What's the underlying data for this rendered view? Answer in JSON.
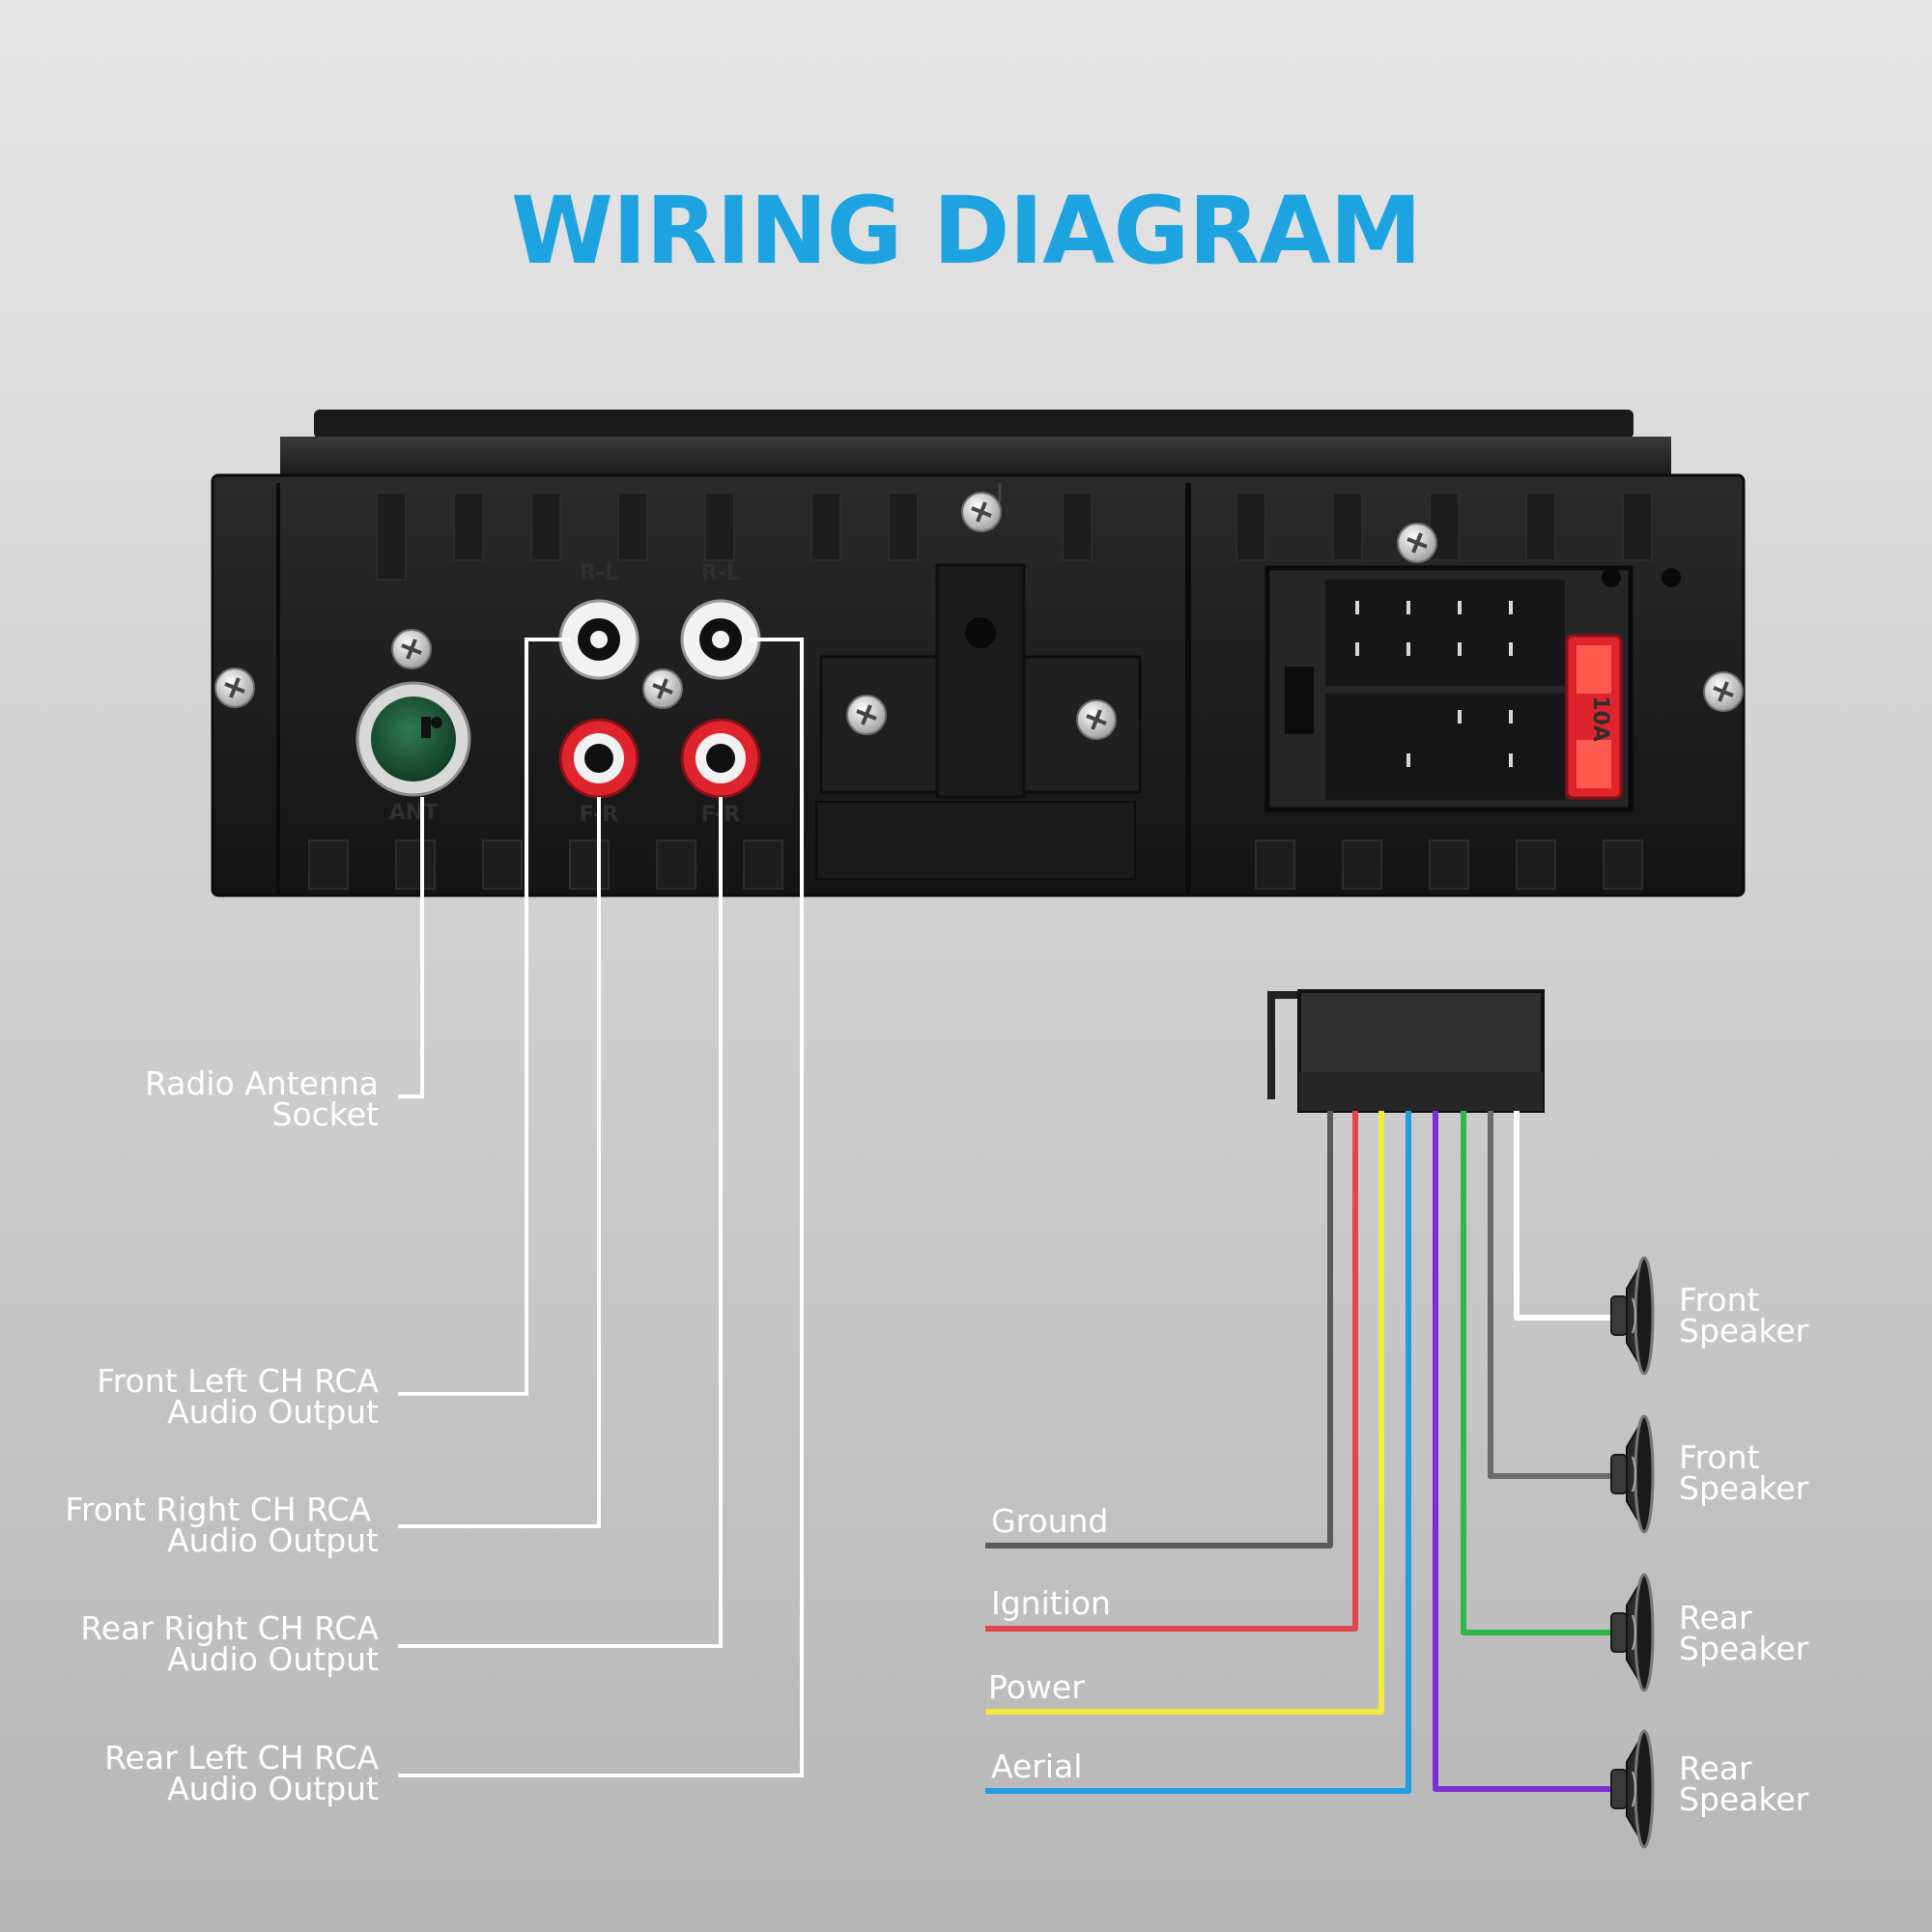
{
  "title": "WIRING DIAGRAM",
  "colors": {
    "title": "#1ea3e1",
    "label": "#ffffff",
    "wire_ground": "#5a5a5a",
    "wire_ignition": "#e0474c",
    "wire_power": "#f2ea3c",
    "wire_aerial": "#1f9fe0",
    "wire_purple": "#7d2fd3",
    "wire_green": "#2fb84a",
    "wire_gray": "#6b6b6b",
    "wire_white": "#ffffff"
  },
  "head_unit": {
    "rca_top_labels": [
      "R-L",
      "R-L"
    ],
    "rca_bottom_labels": [
      "F-R",
      "F-R"
    ],
    "antenna_label": "ANT",
    "fuse_label": "10A"
  },
  "left_labels": [
    {
      "id": "antenna",
      "lines": [
        "Radio Antenna",
        "Socket"
      ]
    },
    {
      "id": "front-left-rca",
      "lines": [
        "Front Left CH RCA",
        "Audio Output"
      ]
    },
    {
      "id": "front-right-rca",
      "lines": [
        "Front Right CH RCA",
        "Audio Output"
      ]
    },
    {
      "id": "rear-right-rca",
      "lines": [
        "Rear Right CH RCA",
        "Audio Output"
      ]
    },
    {
      "id": "rear-left-rca",
      "lines": [
        "Rear Left CH RCA",
        "Audio Output"
      ]
    }
  ],
  "harness_labels": [
    {
      "id": "ground",
      "text": "Ground",
      "color": "#5a5a5a"
    },
    {
      "id": "ignition",
      "text": "Ignition",
      "color": "#e0474c"
    },
    {
      "id": "power",
      "text": "Power",
      "color": "#f2ea3c"
    },
    {
      "id": "aerial",
      "text": "Aerial",
      "color": "#1f9fe0"
    }
  ],
  "speakers": [
    {
      "id": "speaker-1",
      "lines": [
        "Front",
        "Speaker"
      ],
      "wire": "#ffffff"
    },
    {
      "id": "speaker-2",
      "lines": [
        "Front",
        "Speaker"
      ],
      "wire": "#6b6b6b"
    },
    {
      "id": "speaker-3",
      "lines": [
        "Rear",
        "Speaker"
      ],
      "wire": "#2fb84a"
    },
    {
      "id": "speaker-4",
      "lines": [
        "Rear",
        "Speaker"
      ],
      "wire": "#7d2fd3"
    }
  ]
}
